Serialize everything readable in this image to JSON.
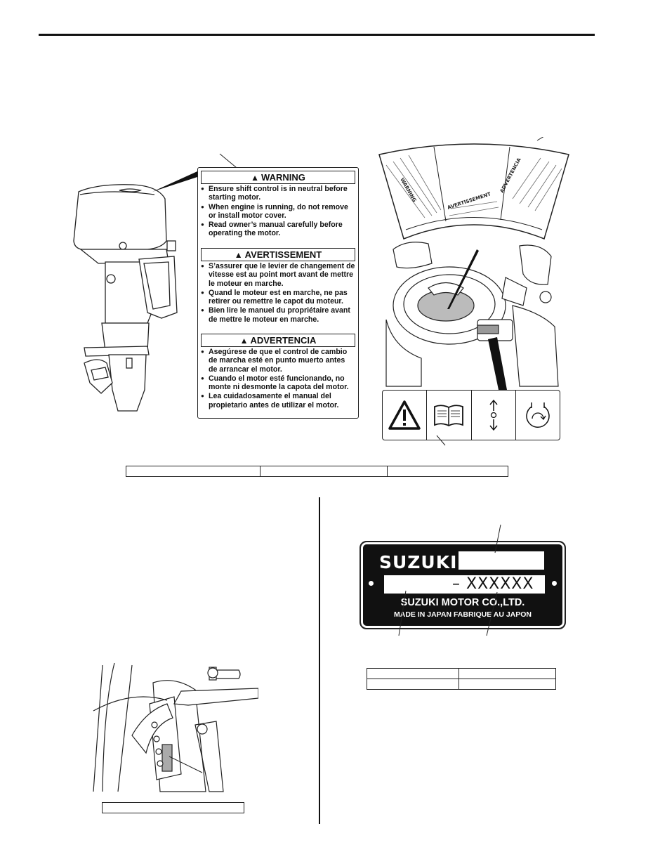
{
  "warning_label": {
    "sections": [
      {
        "heading": "WARNING",
        "items": [
          "Ensure shift control is in neutral before starting motor.",
          "When engine is running, do not remove or install motor cover.",
          "Read owner’s manual carefully before operating the motor."
        ]
      },
      {
        "heading": "AVERTISSEMENT",
        "items": [
          "S’assurer que le levier de changement de vitesse est au point mort avant de mettre le moteur en marche.",
          "Quand le moteur est en marche, ne pas retirer ou remettre le capot du moteur.",
          "Bien lire le manuel du propriétaire avant de mettre le moteur en marche."
        ]
      },
      {
        "heading": "ADVERTENCIA",
        "items": [
          "Asegúrese de que el control de cambio de marcha esté en punto muerto antes de arrancar el motor.",
          "Cuando el motor esté funcionando, no monte ni desmonte la capota del motor.",
          "Lea cuidadosamente el manual del propietario antes de utilizar el motor."
        ]
      }
    ]
  },
  "crescent_label": {
    "headings": [
      "WARNING",
      "AVERTISSEMENT",
      "ADVERTENCIA"
    ]
  },
  "pictograms": [
    "warning-triangle-icon",
    "manual-book-icon",
    "shift-arrows-icon",
    "rotation-icon"
  ],
  "serial_plate": {
    "brand": "SUZUKI",
    "serial_suffix": "– XXXXXX",
    "company": "SUZUKI MOTOR CO.,LTD.",
    "made_in": "MADE IN JAPAN  FABRIQUE AU JAPON"
  }
}
